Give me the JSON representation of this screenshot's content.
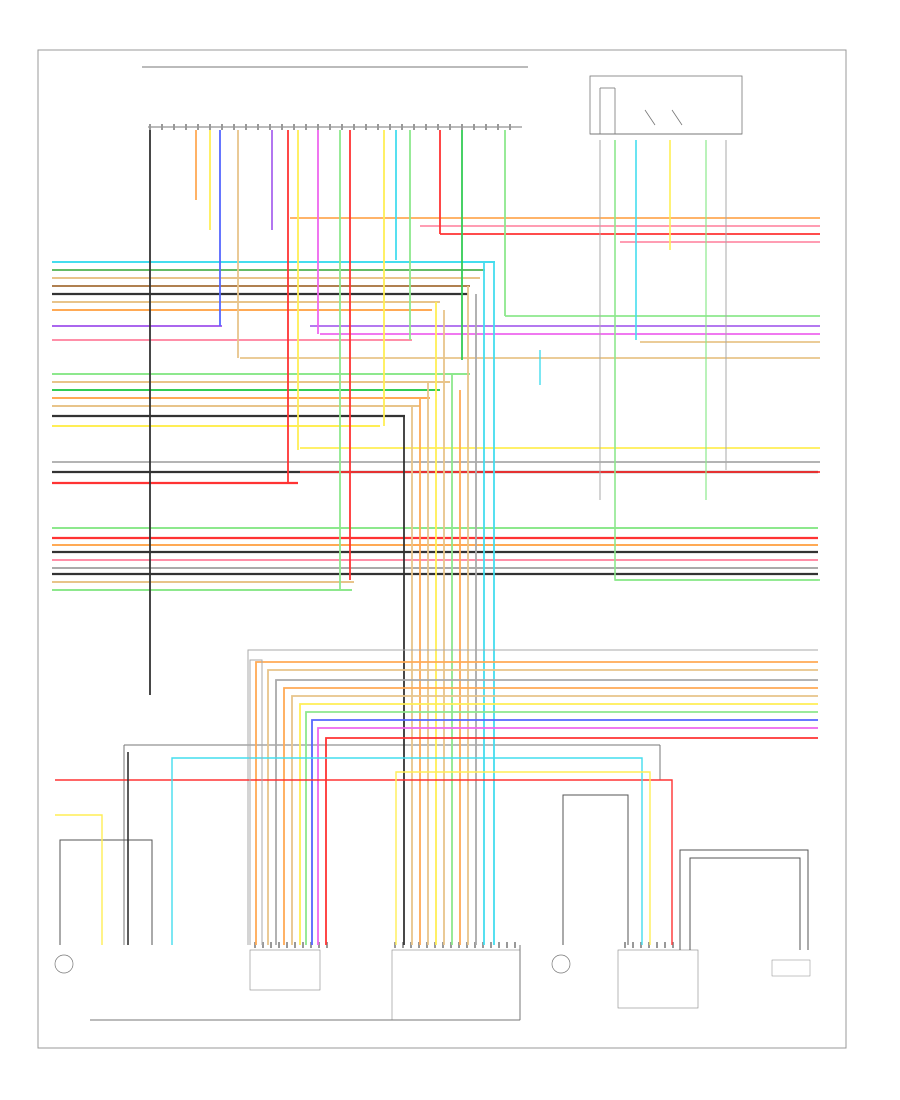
{
  "diagram": {
    "footer_code": "",
    "modules": [
      {
        "id": "top-connector",
        "caption": ""
      },
      {
        "id": "right-upper-module",
        "caption": ""
      },
      {
        "id": "bottom-main-module",
        "caption": ""
      },
      {
        "id": "bottom-right-module",
        "caption": ""
      }
    ],
    "colors": {
      "black": "#333333",
      "red": "#ff3333",
      "pink": "#ff8fa8",
      "orange": "#ffaa55",
      "tan": "#e8c48a",
      "yellow": "#ffee55",
      "lightgreen": "#8de88d",
      "green": "#33cc55",
      "cyan": "#44ddee",
      "blue": "#5566ff",
      "violet": "#aa66ee",
      "gray": "#aaaaaa",
      "magenta": "#ee66ee",
      "brown": "#b08050",
      "dkgreen": "#66bb66"
    }
  }
}
